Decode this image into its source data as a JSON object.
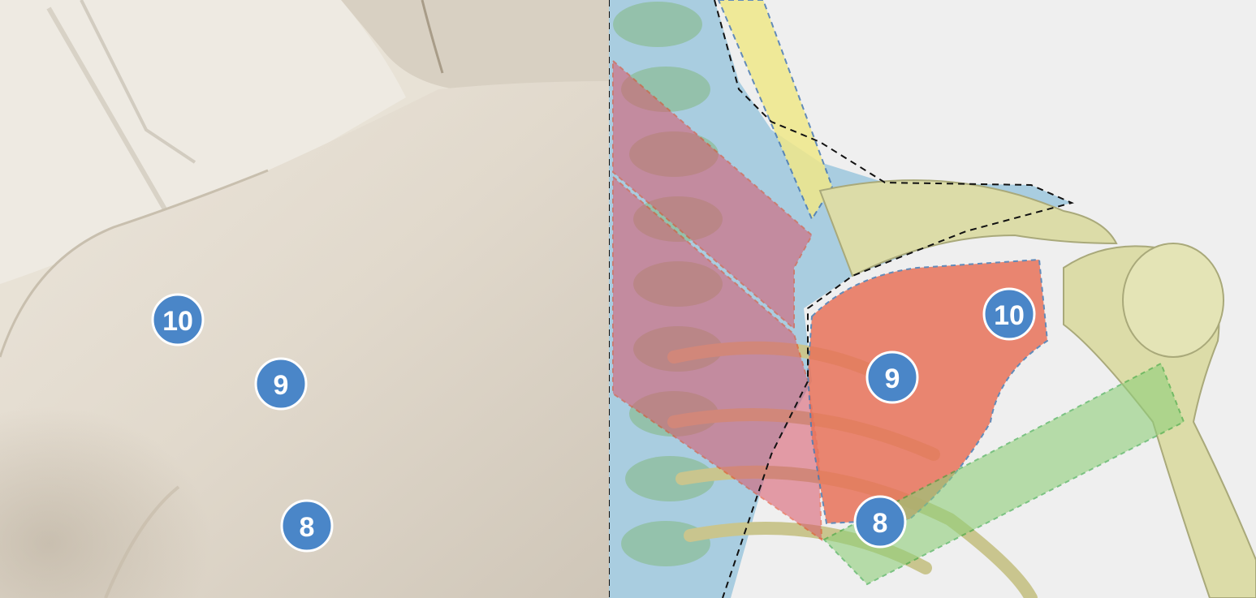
{
  "left_panel": {
    "markers": [
      {
        "id": "10",
        "label": "10"
      },
      {
        "id": "9",
        "label": "9"
      },
      {
        "id": "8",
        "label": "8"
      }
    ]
  },
  "right_panel": {
    "markers": [
      {
        "id": "10",
        "label": "10"
      },
      {
        "id": "9",
        "label": "9"
      },
      {
        "id": "8",
        "label": "8"
      }
    ]
  },
  "colors": {
    "marker_fill": "#4a86c8",
    "marker_stroke": "#ffffff",
    "marker_text": "#ffffff",
    "rhomboid_zone": "#d9566a",
    "levator_zone": "#f0e88a",
    "supraspinatus_region": "#9bc4d8",
    "infraspinatus_zone": "#e8735a",
    "teres_zone": "#8fcf7a",
    "bone": "#dcdca8",
    "skin": "#e3dcd0"
  }
}
